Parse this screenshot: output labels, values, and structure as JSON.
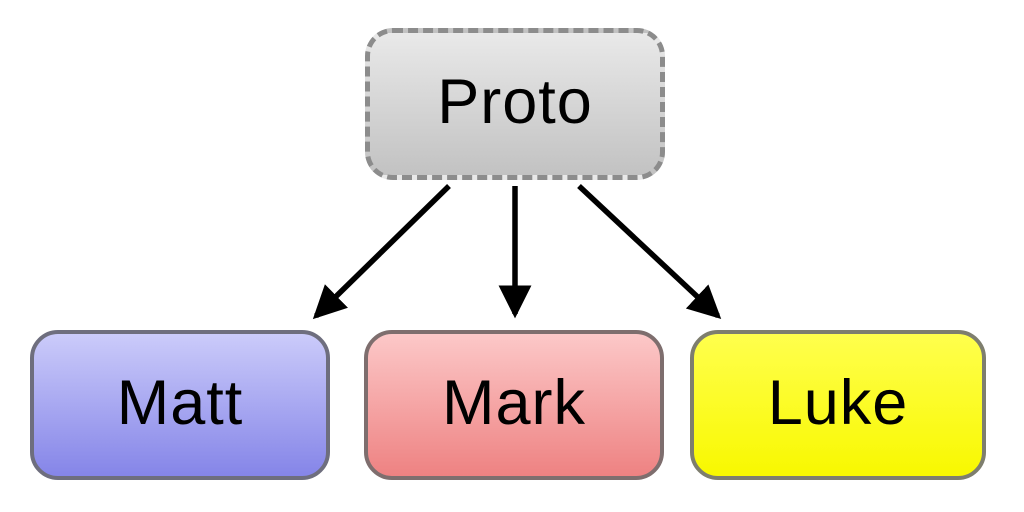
{
  "diagram": {
    "background": "#ffffff",
    "text_color": "#000000",
    "arrow_color": "#000000"
  },
  "nodes": {
    "proto": {
      "label": "Proto",
      "fill_top": "#e9e9e9",
      "fill_bottom": "#c2c2c2",
      "border_color": "#8c8c8c",
      "border_style": "dashed"
    },
    "matt": {
      "label": "Matt",
      "fill_top": "#cbcbfa",
      "fill_bottom": "#8585e8",
      "border_color": "#6e6e7e",
      "border_style": "solid"
    },
    "mark": {
      "label": "Mark",
      "fill_top": "#fcc8c8",
      "fill_bottom": "#ee8282",
      "border_color": "#7e6e6e",
      "border_style": "solid"
    },
    "luke": {
      "label": "Luke",
      "fill_top": "#ffff4d",
      "fill_bottom": "#f8f800",
      "border_color": "#7e7e6e",
      "border_style": "solid"
    }
  },
  "edges": [
    {
      "from": "proto",
      "to": "matt"
    },
    {
      "from": "proto",
      "to": "mark"
    },
    {
      "from": "proto",
      "to": "luke"
    }
  ]
}
